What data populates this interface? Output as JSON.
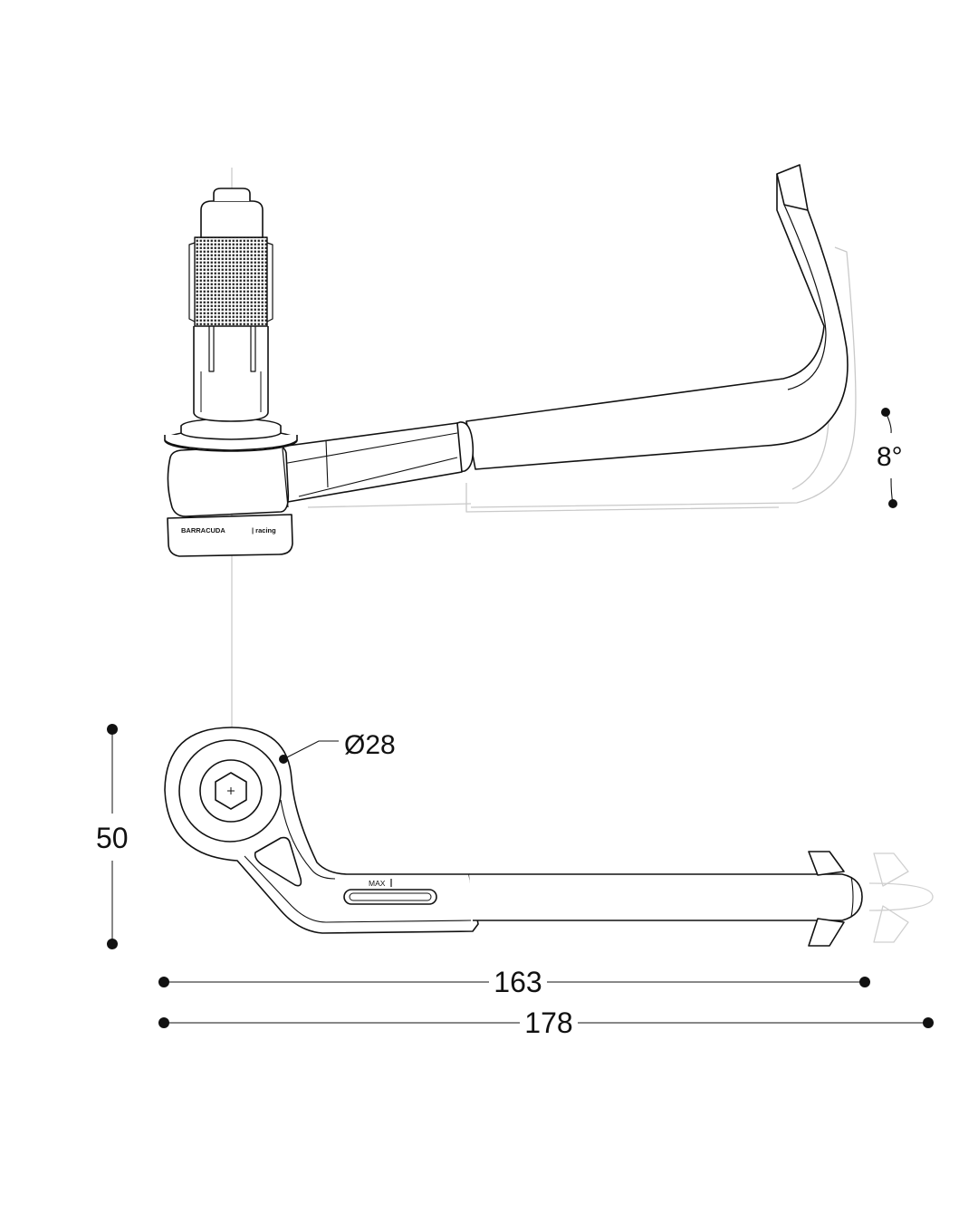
{
  "dimensions": {
    "angle": "8°",
    "diameter": "Ø28",
    "height": "50",
    "length_inner": "163",
    "length_outer": "178"
  },
  "markings": {
    "brand": "BARRACUDA",
    "brand_suffix": "| racing",
    "adjust_label": "MAX"
  },
  "colors": {
    "line": "#111111",
    "ghost": "#c8c8c8",
    "fill": "#ffffff"
  }
}
